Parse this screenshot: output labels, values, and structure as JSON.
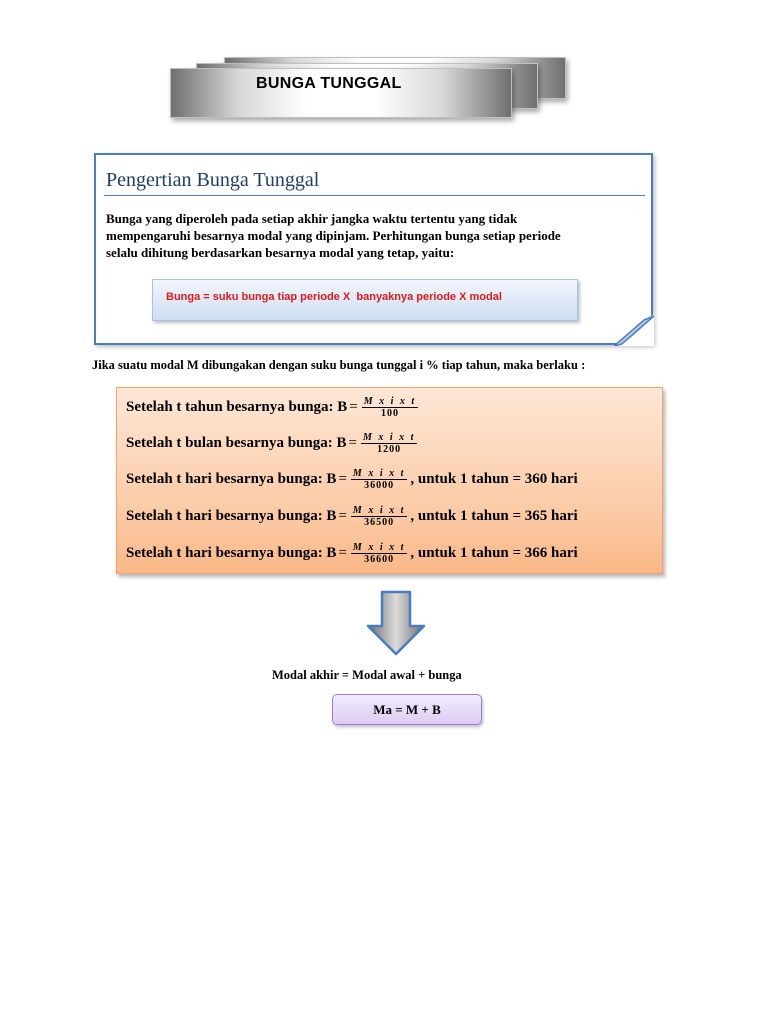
{
  "banner": {
    "title": "BUNGA TUNGGAL"
  },
  "definition": {
    "heading": "Pengertian Bunga Tunggal",
    "lines": [
      "Bunga yang diperoleh pada setiap akhir jangka waktu tertentu yang tidak",
      "mempengaruhi besarnya modal yang dipinjam. Perhitungan bunga setiap periode",
      "selalu dihitung berdasarkan besarnya modal yang tetap, yaitu:"
    ],
    "formula": "Bunga = suku bunga tiap periode X  banyaknya periode X modal"
  },
  "intro": "Jika suatu modal M dibungakan dengan suku bunga tunggal i % tiap tahun, maka berlaku :",
  "formulas": [
    {
      "label": "Setelah t tahun besarnya bunga: B",
      "numerator": "M x i x t",
      "denominator": "100",
      "suffix": ""
    },
    {
      "label": "Setelah t bulan besarnya bunga: B",
      "numerator": "M x i x t",
      "denominator": "1200",
      "suffix": ""
    },
    {
      "label": "Setelah t hari besarnya bunga: B",
      "numerator": "M x i x t",
      "denominator": "36000",
      "suffix": ", untuk 1 tahun = 360 hari"
    },
    {
      "label": "Setelah t hari besarnya bunga: B",
      "numerator": "M x i x t",
      "denominator": "36500",
      "suffix": ", untuk 1 tahun = 365 hari"
    },
    {
      "label": "Setelah t hari besarnya bunga: B",
      "numerator": "M x i x t",
      "denominator": "36600",
      "suffix": ", untuk 1 tahun = 366 hari"
    }
  ],
  "modal_akhir": "Modal akhir  = Modal awal + bunga",
  "ma_formula": "Ma = M + B",
  "icons": {
    "arrow": "down-arrow-icon"
  },
  "colors": {
    "accent_blue": "#4a7cc0",
    "formula_red": "#e01a1a",
    "panel_orange": "#fbc9a3",
    "box_purple": "#dccdf3"
  }
}
